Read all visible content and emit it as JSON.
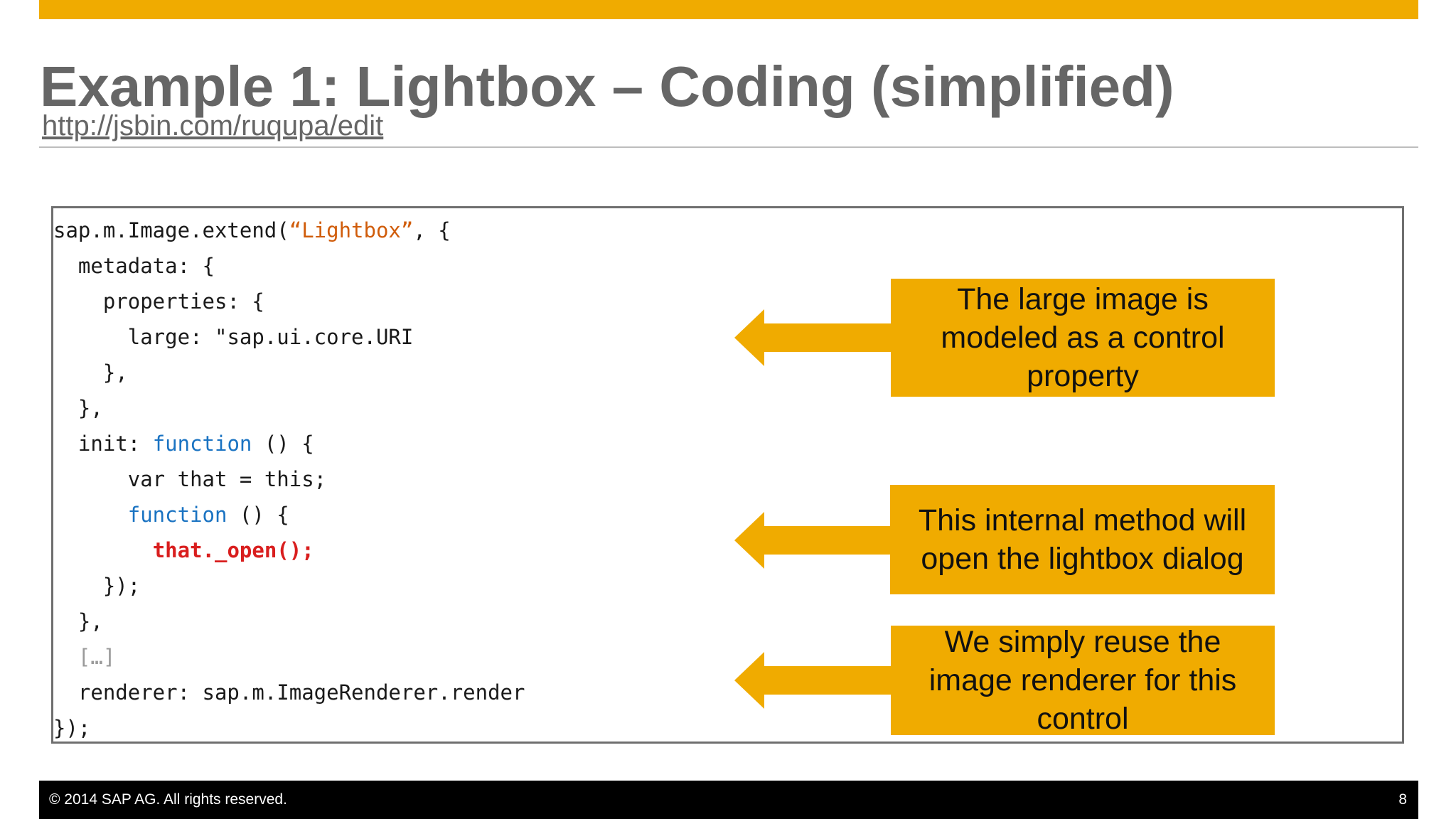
{
  "slide": {
    "title": "Example 1: Lightbox – Coding (simplified)",
    "link": "http://jsbin.com/ruqupa/edit",
    "accent_color": "#f0ab00"
  },
  "code": {
    "lines": [
      {
        "indent": "",
        "parts": [
          {
            "text": "sap.m.Image.extend(",
            "style": "plain"
          },
          {
            "text": "“Lightbox”",
            "style": "str"
          },
          {
            "text": ", {",
            "style": "plain"
          }
        ]
      },
      {
        "indent": "  ",
        "parts": [
          {
            "text": "metadata: {",
            "style": "plain"
          }
        ]
      },
      {
        "indent": "    ",
        "parts": [
          {
            "text": "properties: {",
            "style": "plain"
          }
        ]
      },
      {
        "indent": "      ",
        "parts": [
          {
            "text": "large: \"sap.ui.core.URI",
            "style": "plain"
          }
        ]
      },
      {
        "indent": "    ",
        "parts": [
          {
            "text": "},",
            "style": "plain"
          }
        ]
      },
      {
        "indent": "  ",
        "parts": [
          {
            "text": "},",
            "style": "plain"
          }
        ]
      },
      {
        "indent": "  ",
        "parts": [
          {
            "text": "init: ",
            "style": "plain"
          },
          {
            "text": "function",
            "style": "kw"
          },
          {
            "text": " () {",
            "style": "plain"
          }
        ]
      },
      {
        "indent": "      ",
        "parts": [
          {
            "text": "var that = this;",
            "style": "plain"
          }
        ]
      },
      {
        "indent": "      ",
        "parts": [
          {
            "text": "function",
            "style": "kw"
          },
          {
            "text": " () {",
            "style": "plain"
          }
        ]
      },
      {
        "indent": "        ",
        "parts": [
          {
            "text": "that._open();",
            "style": "hl"
          }
        ]
      },
      {
        "indent": "    ",
        "parts": [
          {
            "text": "});",
            "style": "plain"
          }
        ]
      },
      {
        "indent": "  ",
        "parts": [
          {
            "text": "},",
            "style": "plain"
          }
        ]
      },
      {
        "indent": "  ",
        "parts": [
          {
            "text": "[…]",
            "style": "cm"
          }
        ]
      },
      {
        "indent": "  ",
        "parts": [
          {
            "text": "renderer: sap.m.ImageRenderer.render",
            "style": "plain"
          }
        ]
      },
      {
        "indent": "",
        "parts": [
          {
            "text": "});",
            "style": "plain"
          }
        ]
      }
    ]
  },
  "callouts": [
    {
      "text": "The large image is modeled as a control property"
    },
    {
      "text": "This internal method will open the lightbox dialog"
    },
    {
      "text": "We simply reuse the image renderer for this control"
    }
  ],
  "footer": {
    "copyright": "©  2014 SAP AG. All rights reserved.",
    "page_number": "8"
  }
}
